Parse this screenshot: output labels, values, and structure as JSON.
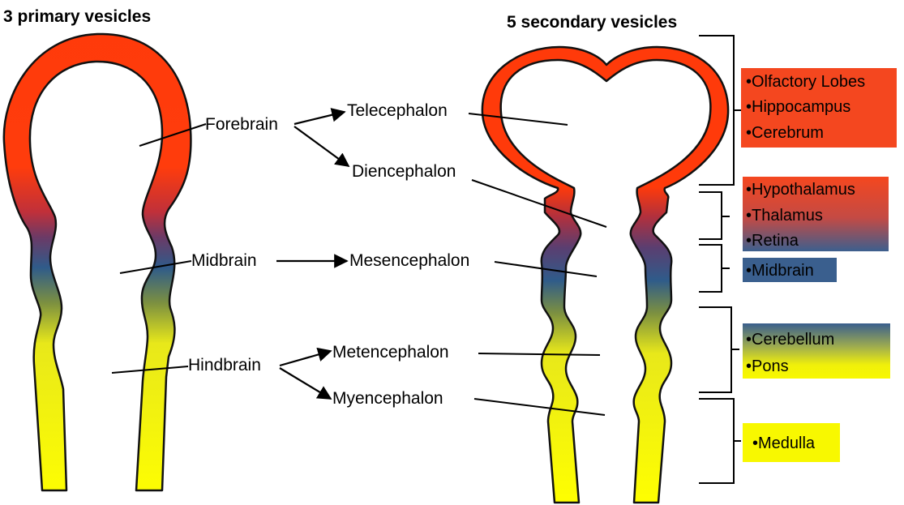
{
  "titles": {
    "primary": "3 primary vesicles",
    "secondary": "5 secondary vesicles"
  },
  "primary_vesicles": {
    "forebrain": "Forebrain",
    "midbrain": "Midbrain",
    "hindbrain": "Hindbrain"
  },
  "secondary_vesicles": {
    "telencephalon": "Telecephalon",
    "diencephalon": "Diencephalon",
    "mesencephalon": "Mesencephalon",
    "metencephalon": "Metencephalon",
    "myelencephalon": "Myencephalon"
  },
  "structure_boxes": {
    "telencephalon_items": [
      "•Olfactory Lobes",
      "•Hippocampus",
      "•Cerebrum"
    ],
    "diencephalon_items": [
      "•Hypothalamus",
      "•Thalamus",
      "•Retina"
    ],
    "mesencephalon_items": [
      "•Midbrain"
    ],
    "metencephalon_items": [
      "•Cerebellum",
      "•Pons"
    ],
    "myelencephalon_items": [
      "•Medulla"
    ]
  },
  "colors": {
    "forebrain": "#ff3a0a",
    "midbrain": "#2f5b8a",
    "hindbrain": "#ffff00",
    "box_telencephalon": "#f4471f",
    "box_midbrain": "#3a5f8e",
    "box_medulla": "#f8f800"
  }
}
